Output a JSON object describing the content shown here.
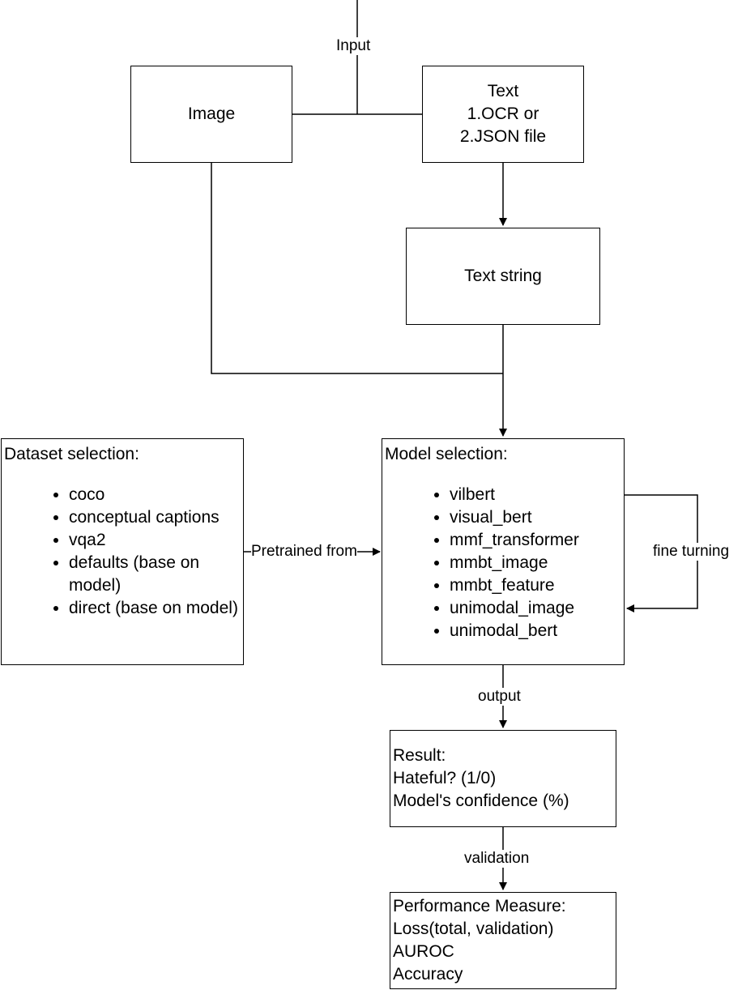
{
  "nodes": {
    "image": {
      "label": "Image"
    },
    "text": {
      "lines": [
        "Text",
        "1.OCR or",
        "2.JSON file"
      ]
    },
    "text_string": {
      "label": "Text string"
    },
    "dataset": {
      "title": "Dataset selection:",
      "items": [
        "coco",
        "conceptual captions",
        "vqa2",
        "defaults (base on model)",
        "direct (base on model)"
      ]
    },
    "model": {
      "title": "Model selection:",
      "items": [
        "vilbert",
        "visual_bert",
        "mmf_transformer",
        "mmbt_image",
        "mmbt_feature",
        "unimodal_image",
        "unimodal_bert"
      ]
    },
    "result": {
      "lines": [
        "Result:",
        "Hateful? (1/0)",
        "Model's confidence (%)"
      ]
    },
    "performance": {
      "lines": [
        "Performance Measure:",
        "Loss(total, validation)",
        "AUROC",
        "Accuracy"
      ]
    }
  },
  "edge_labels": {
    "input": "Input",
    "pretrained": "Pretrained from",
    "fine_tuning": "fine turning",
    "output": "output",
    "validation": "validation"
  }
}
